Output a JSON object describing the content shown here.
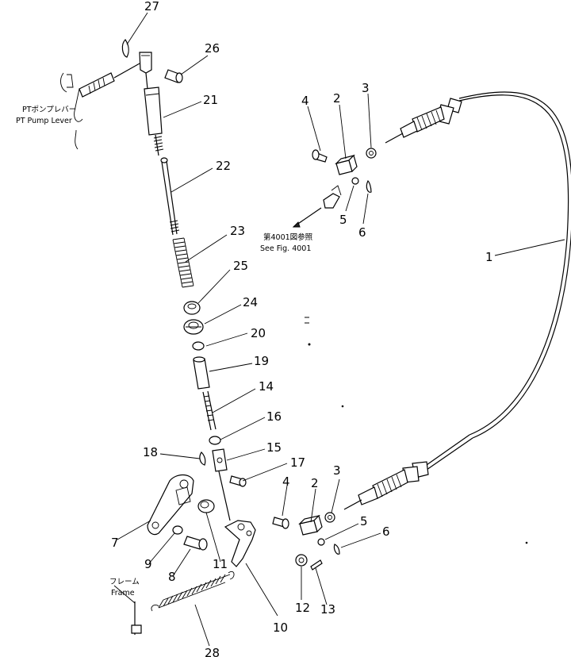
{
  "part_numbers": [
    "1",
    "2",
    "3",
    "4",
    "5",
    "6",
    "7",
    "8",
    "9",
    "10",
    "11",
    "12",
    "13",
    "14",
    "15",
    "16",
    "17",
    "18",
    "19",
    "20",
    "21",
    "22",
    "23",
    "24",
    "25",
    "26",
    "27",
    "28"
  ],
  "duplicate_numbers": [
    "2",
    "3",
    "4",
    "5",
    "6"
  ],
  "notes": {
    "pt_lever_jp": "PTポンプレバー",
    "pt_lever_en": "PT Pump Lever",
    "see_fig_jp": "第4001図参照",
    "see_fig_en": "See Fig. 4001",
    "frame_jp": "フレーム",
    "frame_en": "Frame"
  }
}
